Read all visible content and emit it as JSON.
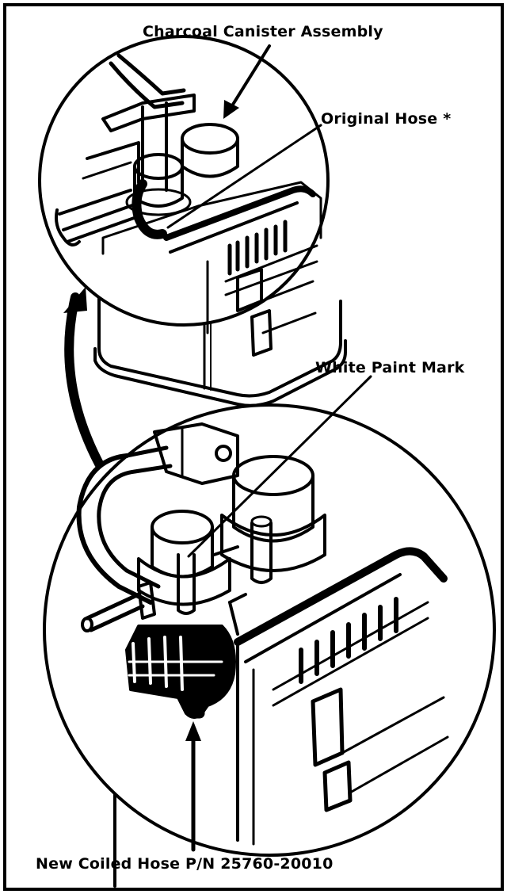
{
  "labels": {
    "canister": "Charcoal Canister Assembly",
    "original_hose": "Original Hose *",
    "white_paint": "White Paint Mark",
    "coiled_hose": "New Coiled Hose P/N 25760-20010"
  },
  "colors": {
    "ink": "#000000",
    "paper": "#ffffff"
  }
}
